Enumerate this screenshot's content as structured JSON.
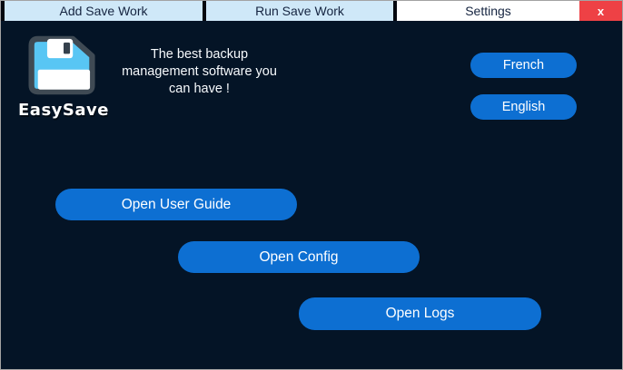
{
  "window": {
    "close_label": "x"
  },
  "tabs": [
    {
      "label": "Add Save Work",
      "active": false
    },
    {
      "label": "Run Save Work",
      "active": false
    },
    {
      "label": "Settings",
      "active": true
    }
  ],
  "brand": {
    "name": "EasySave",
    "tagline_line1": "The best backup",
    "tagline_line2": "management software you",
    "tagline_line3": "can have !"
  },
  "language": {
    "french_label": "French",
    "english_label": "English"
  },
  "actions": {
    "user_guide_label": "Open User Guide",
    "config_label": "Open Config",
    "logs_label": "Open Logs"
  },
  "colors": {
    "background": "#041426",
    "accent_blue": "#0d6fd2",
    "tab_inactive_bg": "#cfe8f8",
    "tab_active_bg": "#ffffff",
    "tab_text": "#152440",
    "close_red": "#ee4145",
    "icon_body_blue": "#58c6f4",
    "icon_outline": "#3f4a54"
  }
}
